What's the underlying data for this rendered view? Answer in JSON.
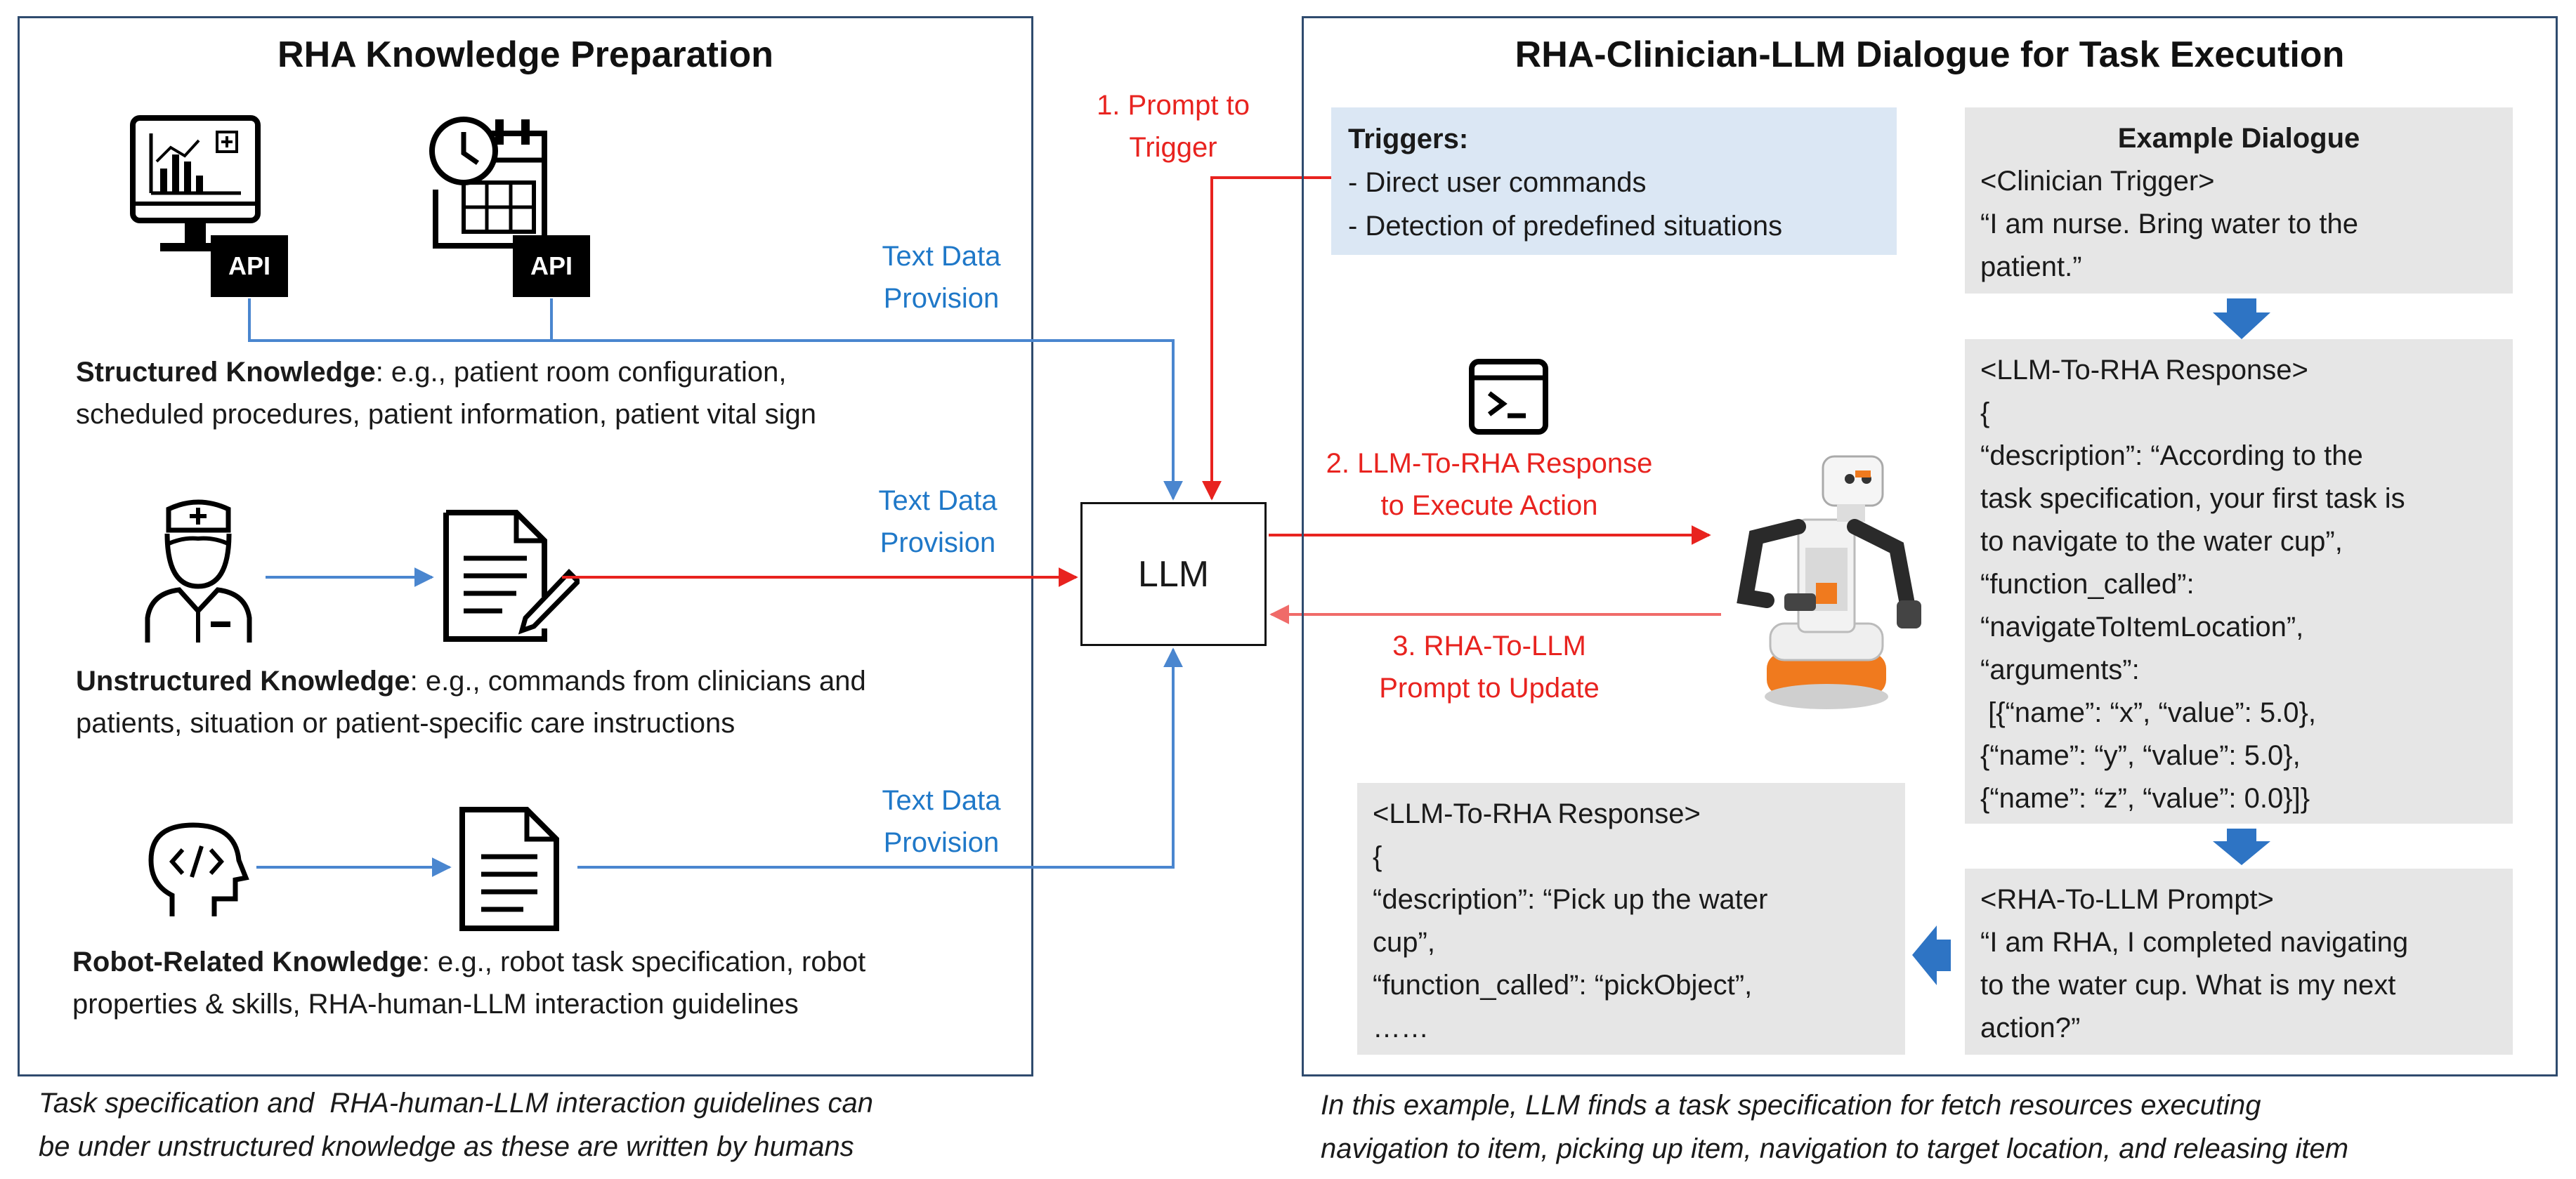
{
  "left_panel": {
    "title": "RHA Knowledge Preparation",
    "api_label": "API",
    "text_provision_line1": "Text Data",
    "text_provision_line2": "Provision",
    "structured": {
      "label": "Structured Knowledge",
      "line1_rest": ": e.g., patient room configuration,",
      "line2": "scheduled procedures, patient information, patient vital sign"
    },
    "unstructured": {
      "label": "Unstructured Knowledge",
      "line1_rest": ": e.g., commands from clinicians and",
      "line2": "patients, situation or patient-specific care instructions"
    },
    "robot": {
      "label": "Robot-Related Knowledge",
      "line1_rest": ": e.g., robot task specification, robot",
      "line2": "properties & skills, RHA-human-LLM interaction guidelines"
    },
    "caption_line1": "Task specification and  RHA-human-LLM interaction guidelines can",
    "caption_line2": "be under unstructured knowledge as these are written by humans"
  },
  "center": {
    "llm_label": "LLM",
    "step1_line1": "1. Prompt to",
    "step1_line2": "Trigger",
    "step2_line1": "2. LLM-To-RHA Response",
    "step2_line2": "to Execute Action",
    "step3_line1": "3. RHA-To-LLM",
    "step3_line2": "Prompt to Update"
  },
  "right_panel": {
    "title": "RHA-Clinician-LLM Dialogue for Task Execution",
    "triggers": {
      "heading": "Triggers:",
      "items": [
        "- Direct user commands",
        "- Detection of predefined situations"
      ]
    },
    "dialogue1": {
      "heading": "Example Dialogue",
      "lines": [
        "<Clinician Trigger>",
        "“I am nurse. Bring water to the",
        "patient.”"
      ]
    },
    "dialogue2": {
      "lines": [
        "<LLM-To-RHA Response>",
        "{",
        "“description”: “According to the",
        "task specification, your first task is",
        "to navigate to the water cup”,",
        "“function_called”:",
        "“navigateToItemLocation”,",
        "“arguments”:",
        " [{“name”: “x”, “value”: 5.0},",
        "{“name”: “y”, “value”: 5.0},",
        "{“name”: “z”, “value”: 0.0}]}"
      ]
    },
    "dialogue3": {
      "lines": [
        "<RHA-To-LLM Prompt>",
        "“I am RHA, I completed navigating",
        "to the water cup. What is my next",
        "action?”"
      ]
    },
    "dialogue4": {
      "lines": [
        "<LLM-To-RHA Response>",
        "{",
        "“description”: “Pick up the water",
        "cup”,",
        "“function_called”: “pickObject”,",
        "……"
      ]
    },
    "caption_line1": "In this example, LLM finds a task specification for fetch resources executing",
    "caption_line2": "navigation to item, picking up item, navigation to target location, and releasing item"
  },
  "colors": {
    "panel_border": "#2f4b6e",
    "blue_arrow": "#4a86cf",
    "red_arrow": "#e8231f",
    "gray_box": "#e6e6e6",
    "trigger_box": "#dbe7f4",
    "flow_arrow": "#2e74c4"
  }
}
